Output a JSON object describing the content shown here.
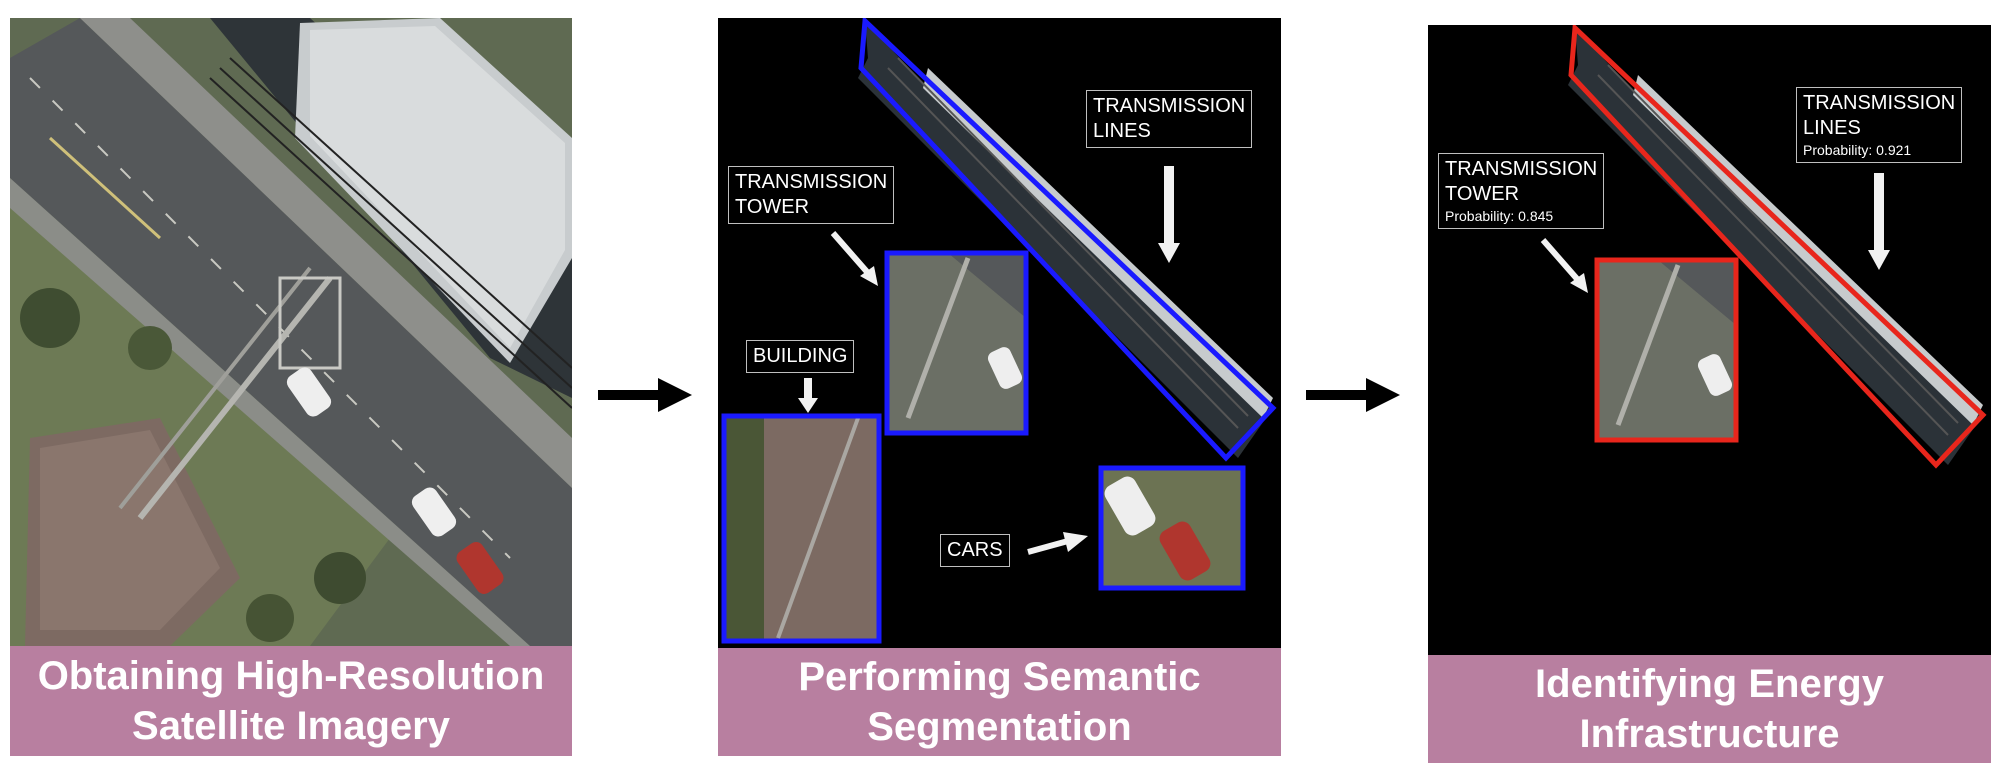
{
  "panels": [
    {
      "caption_line1": "Obtaining High-Resolution",
      "caption_line2": "Satellite Imagery"
    },
    {
      "caption_line1": "Performing Semantic",
      "caption_line2": "Segmentation"
    },
    {
      "caption_line1": "Identifying Energy",
      "caption_line2": "Infrastructure"
    }
  ],
  "segmentation_labels": {
    "transmission_lines_1": "TRANSMISSION",
    "transmission_lines_2": "LINES",
    "transmission_tower_1": "TRANSMISSION",
    "transmission_tower_2": "TOWER",
    "building": "BUILDING",
    "cars": "CARS"
  },
  "identification_labels": {
    "transmission_lines_1": "TRANSMISSION",
    "transmission_lines_2": "LINES",
    "transmission_lines_prob": "Probability: 0.921",
    "transmission_tower_1": "TRANSMISSION",
    "transmission_tower_2": "TOWER",
    "transmission_tower_prob": "Probability: 0.845"
  },
  "colors": {
    "caption_bg": "#b87fa0",
    "segmentation_box": "#1a1aff",
    "identification_box": "#e8261c",
    "panel_bg": "#000000"
  }
}
